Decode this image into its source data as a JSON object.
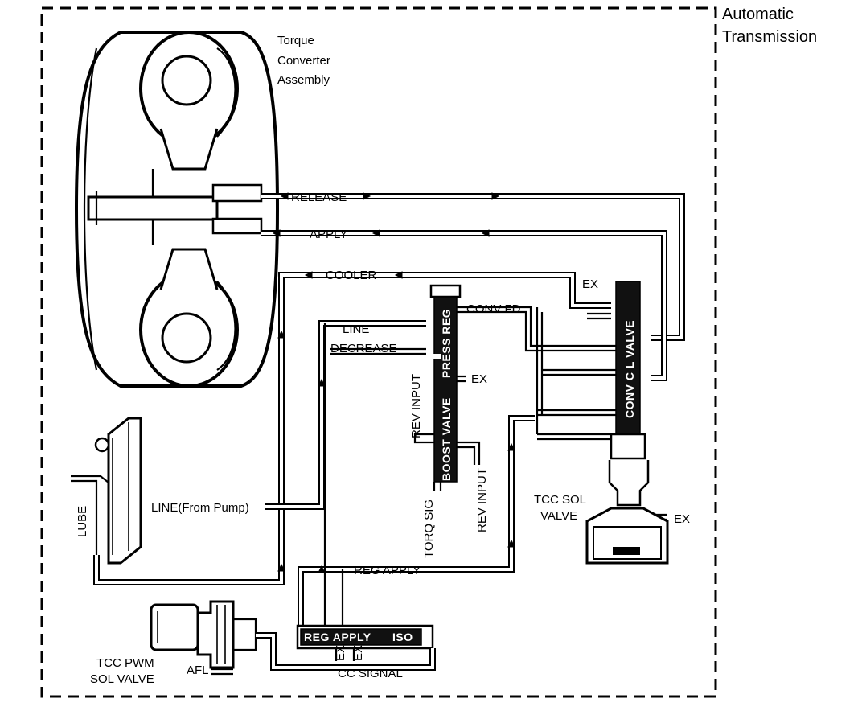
{
  "title": "Automatic\nTransmission",
  "title_lines": [
    "Automatic",
    "Transmission"
  ],
  "labels": {
    "torque_converter": [
      "Torque",
      "Converter",
      "Assembly"
    ],
    "release": "RELEASE",
    "apply": "APPLY",
    "cooler": "COOLER",
    "ex_top": "EX",
    "conv_fd": "CONV FD",
    "line": "LINE",
    "decrease": "DECREASE",
    "ex_boost": "EX",
    "rev_input_left": "REV INPUT",
    "torq_sig": "TORQ SIG",
    "rev_input_right": "REV INPUT",
    "line_from_pump": "LINE(From Pump)",
    "lube": "LUBE",
    "reg_apply": "REG APPLY",
    "tcc_sol_valve": [
      "TCC SOL",
      "VALVE"
    ],
    "ex_sol": "EX",
    "tcc_pwm_sol_valve": [
      "TCC PWM",
      "SOL VALVE"
    ],
    "afl": "AFL",
    "ex_1": "EX",
    "ex_2": "EX",
    "cc_signal": "CC SIGNAL"
  },
  "valves": {
    "press_reg": "PRESS REG",
    "boost_valve": "BOOST VALVE",
    "conv_cl_valve": "CONV C L VALVE",
    "reg_apply_valve": "REG APPLY",
    "iso": "ISO"
  },
  "colors": {
    "ink": "#000000",
    "paper": "#ffffff"
  },
  "icons": [
    "torque-converter-icon",
    "tcc-pwm-solenoid-icon",
    "tcc-solenoid-icon",
    "cooler-radiator-icon"
  ]
}
